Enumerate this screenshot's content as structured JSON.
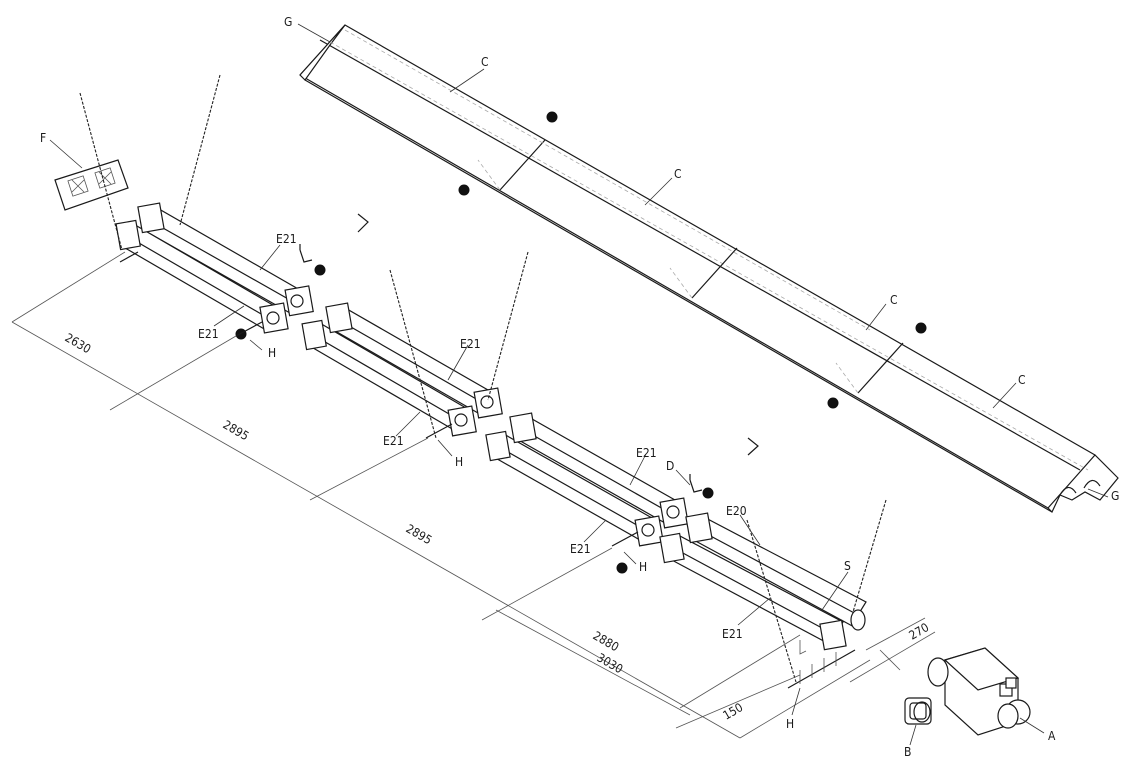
{
  "labels": {
    "A": "A",
    "B": "B",
    "C": "C",
    "D": "D",
    "E20": "E20",
    "E21": "E21",
    "F": "F",
    "G": "G",
    "H": "H",
    "S": "S"
  },
  "dimensions": {
    "d2630": "2630",
    "d2895a": "2895",
    "d2895b": "2895",
    "d2880": "2880",
    "d3030": "3030",
    "d150": "150",
    "d270": "270"
  }
}
